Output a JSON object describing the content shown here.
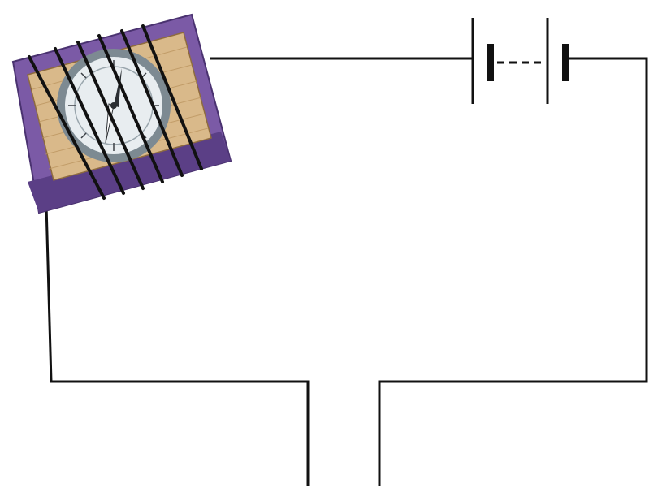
{
  "diagram": {
    "type": "circuit",
    "components": [
      {
        "id": "coil-compass",
        "kind": "compass wrapped in wire coil inside wooden box"
      },
      {
        "id": "battery",
        "kind": "multi-cell battery",
        "cells_shown": 2,
        "implied_more_cells": true
      },
      {
        "id": "open-gap",
        "kind": "open terminals (circuit break)"
      }
    ],
    "wire_turns_around_box": 6,
    "connections": [
      [
        "coil-compass",
        "battery"
      ],
      [
        "battery",
        "open-gap"
      ],
      [
        "open-gap",
        "coil-compass"
      ]
    ]
  },
  "colors": {
    "wire": "#111111",
    "box_frame": "#7b5aa6",
    "box_frame_dark": "#5b3f86",
    "box_interior": "#d9b98a",
    "compass_face": "#e8edf0",
    "compass_rim": "#6f7d86",
    "needle_north": "#2b2f33",
    "needle_south": "#ffffff"
  }
}
